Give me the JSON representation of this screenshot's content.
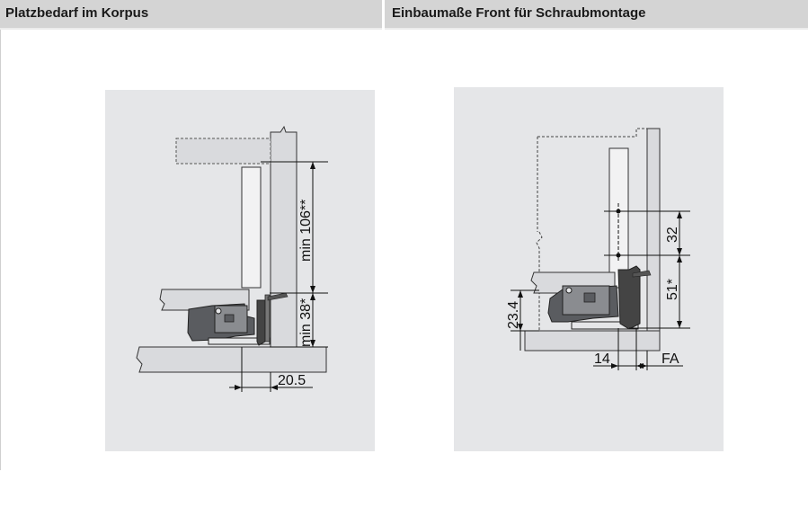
{
  "headers": {
    "left": "Platzbedarf im Korpus",
    "right": "Einbaumaße Front für Schraubmontage"
  },
  "left_diagram": {
    "dim_top": "min 106**",
    "dim_mid": "min 38*",
    "dim_bottom": "20.5"
  },
  "right_diagram": {
    "dim_32": "32",
    "dim_51": "51*",
    "dim_23": "23.4",
    "dim_14": "14",
    "dim_fa": "FA"
  },
  "colors": {
    "header_bg": "#d4d4d4",
    "panel_bg": "#e5e6e8",
    "part_fill": "#d5d6d9",
    "runner_dark": "#5a5c60"
  }
}
